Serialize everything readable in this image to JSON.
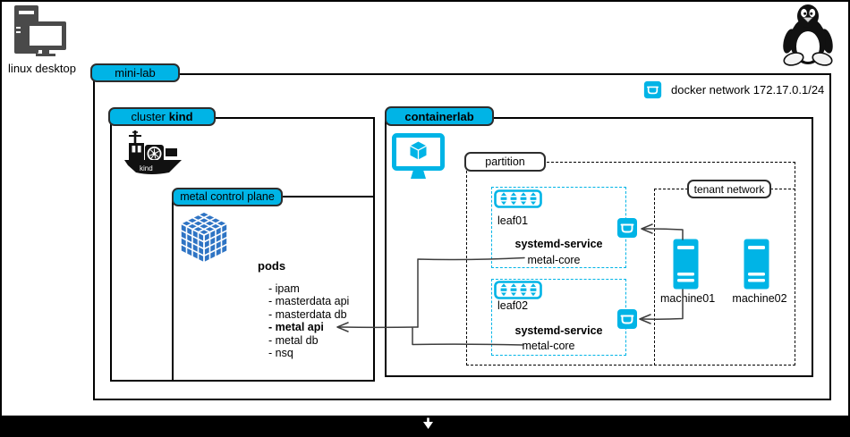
{
  "desktop": {
    "label": "linux desktop"
  },
  "legend": {
    "docker_network": "docker network 172.17.0.1/24"
  },
  "mini_lab": {
    "label": "mini-lab"
  },
  "cluster_kind": {
    "label_prefix": "cluster",
    "label_bold": "kind",
    "logo_text": "kind"
  },
  "metal_control_plane": {
    "label": "metal control plane",
    "pods_title": "pods",
    "pods": [
      "- ipam",
      "- masterdata api",
      "- masterdata db",
      "- metal api",
      "- metal db",
      "- nsq"
    ],
    "pods_bold_index": 3
  },
  "containerlab": {
    "label": "containerlab"
  },
  "partition": {
    "label": "partition"
  },
  "tenant_network": {
    "label": "tenant network"
  },
  "leaf01": {
    "name": "leaf01",
    "service_title": "systemd-service",
    "service": "metal-core"
  },
  "leaf02": {
    "name": "leaf02",
    "service_title": "systemd-service",
    "service": "metal-core"
  },
  "machines": [
    {
      "name": "machine01"
    },
    {
      "name": "machine02"
    }
  ],
  "icons": {
    "desktop": "linux-desktop-icon",
    "tux": "tux-penguin-icon",
    "kind": "kind-ship-icon",
    "cube": "metal-stack-cube-icon",
    "monitor": "containerlab-monitor-icon",
    "docker": "docker-container-icon",
    "switch": "network-switch-icon",
    "server": "server-icon",
    "bottom_glyph": "down-arrow-icon"
  },
  "colors": {
    "accent_cyan": "#00b4e6",
    "cube_blue": "#2e74c4",
    "icon_gray": "#4a4a4a",
    "wire": "#3d3d3d",
    "background": "#ffffff",
    "frame": "#000000"
  }
}
